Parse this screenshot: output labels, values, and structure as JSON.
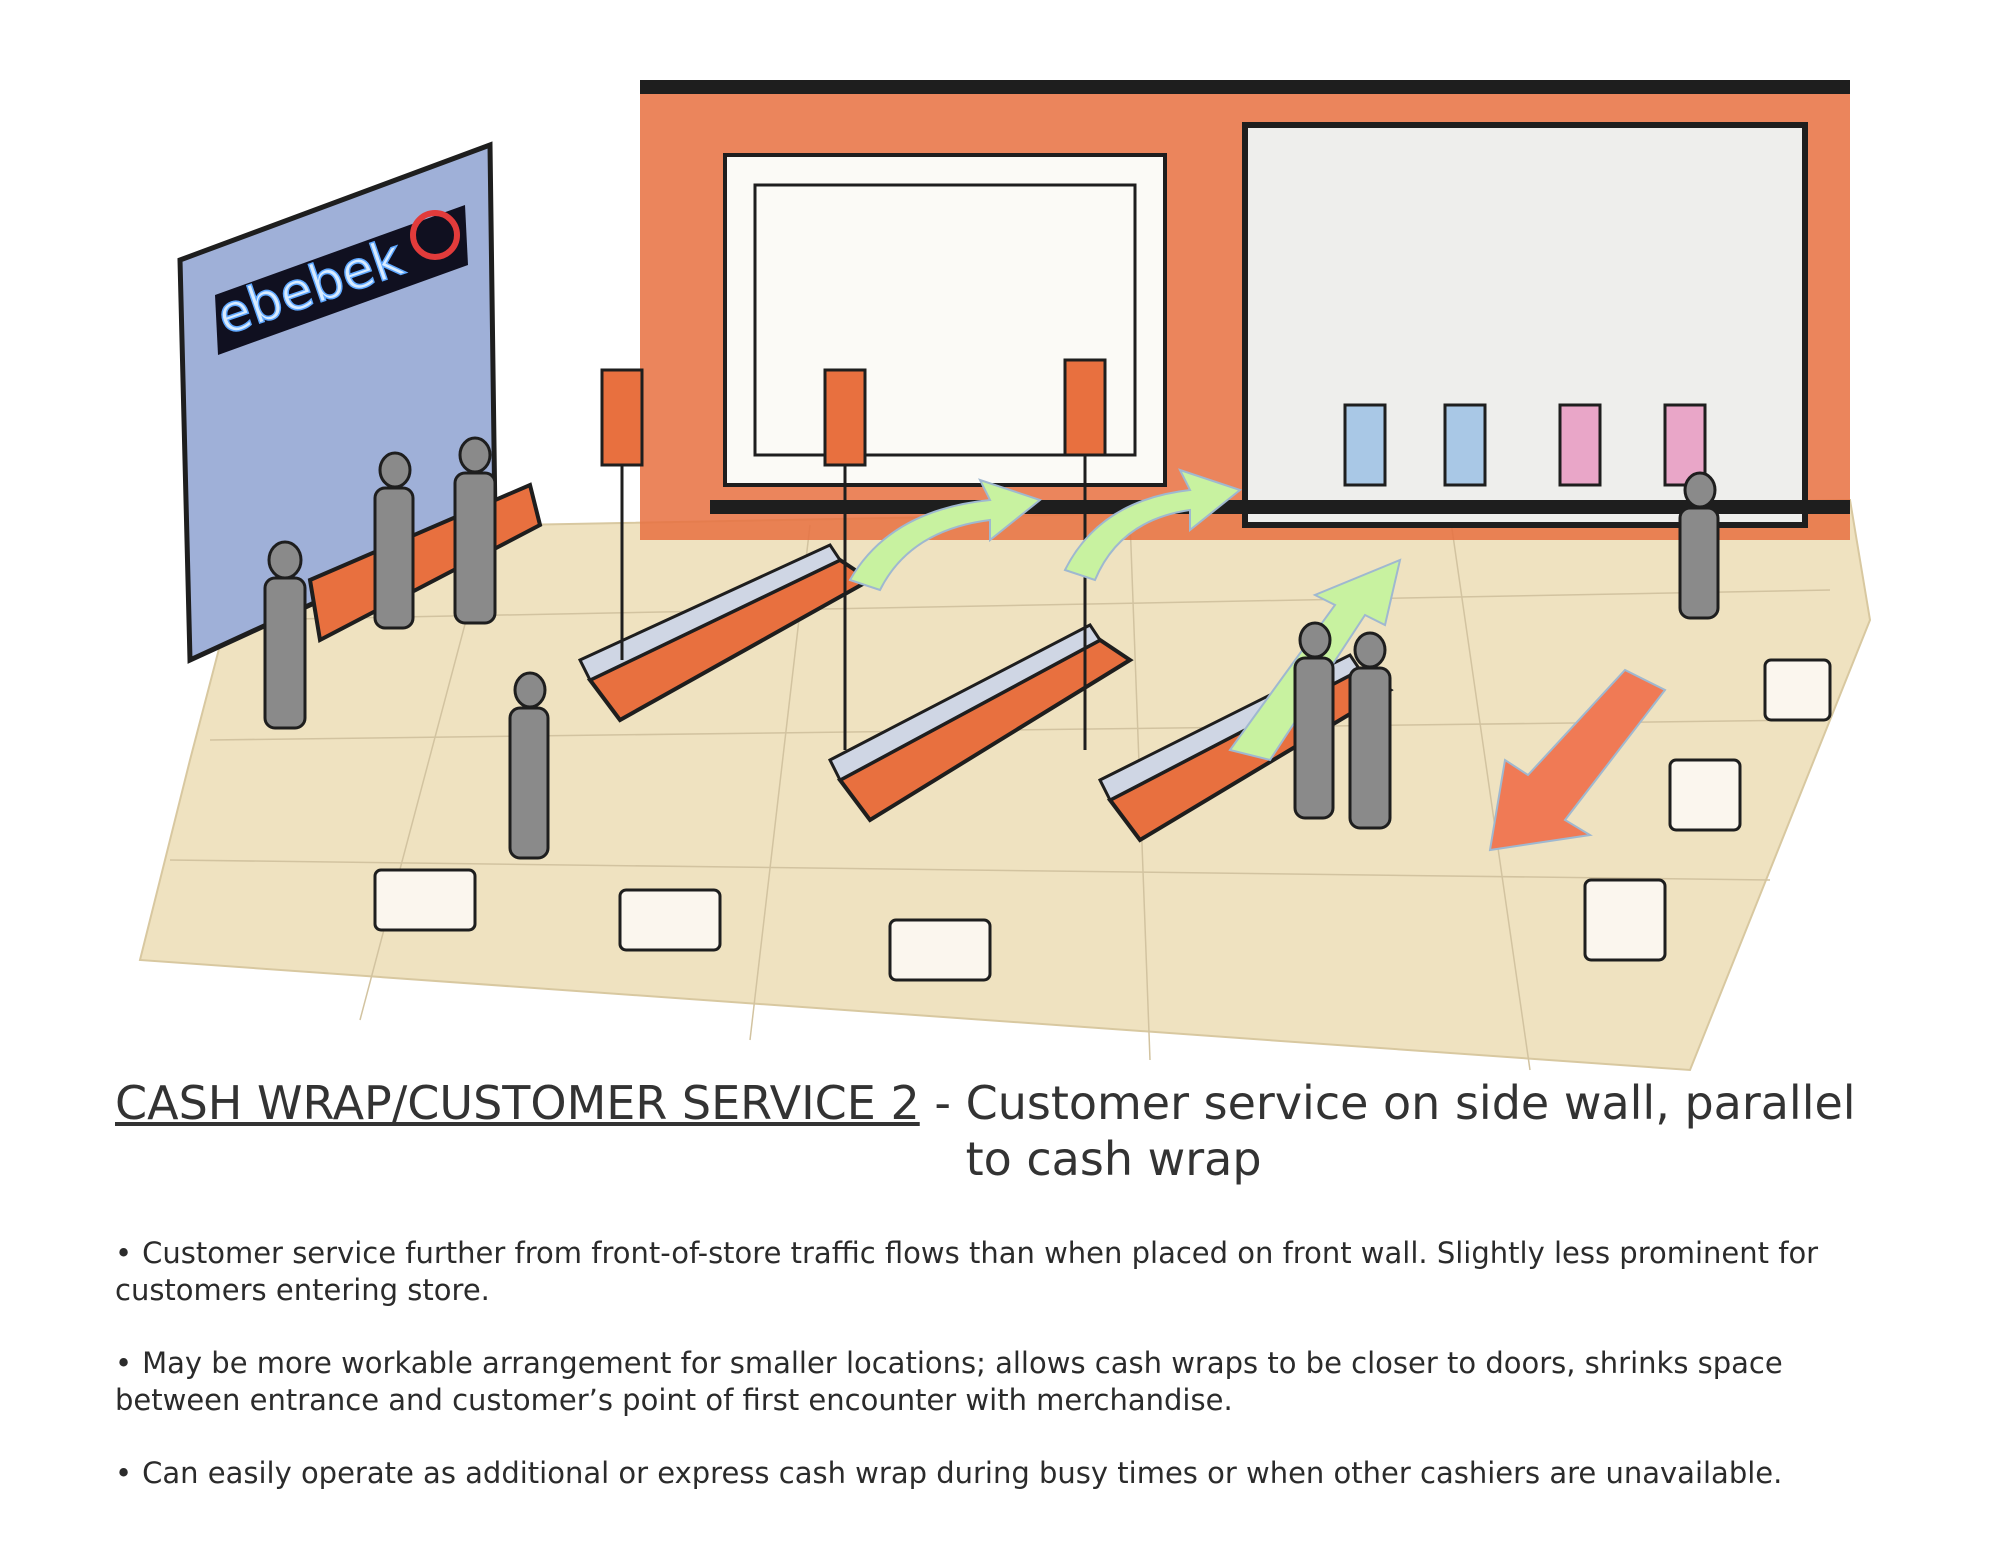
{
  "sign": {
    "brand": "ebebek"
  },
  "caption": {
    "title": "CASH WRAP/CUSTOMER SERVICE 2",
    "separator": " - ",
    "subtitle": "Customer service on side wall, parallel to cash wrap"
  },
  "bullets": [
    "Customer service further from front-of-store traffic flows than when placed on front wall. Slightly less prominent for customers entering store.",
    "May be more workable arrangement for smaller locations; allows cash wraps to be closer to doors, shrinks space between entrance and customer’s point of first encounter with merchandise.",
    "Can easily operate as additional or express cash wrap during busy times or when other cashiers are unavailable."
  ],
  "bullet_glyph": "•",
  "colors": {
    "orange": "#e8703f",
    "sign_wall": "#9fb0d8",
    "floor": "#efe2c0",
    "arrow_green": "#c8f2a0",
    "arrow_red": "#f07a55",
    "ink": "#1e1e1e"
  }
}
